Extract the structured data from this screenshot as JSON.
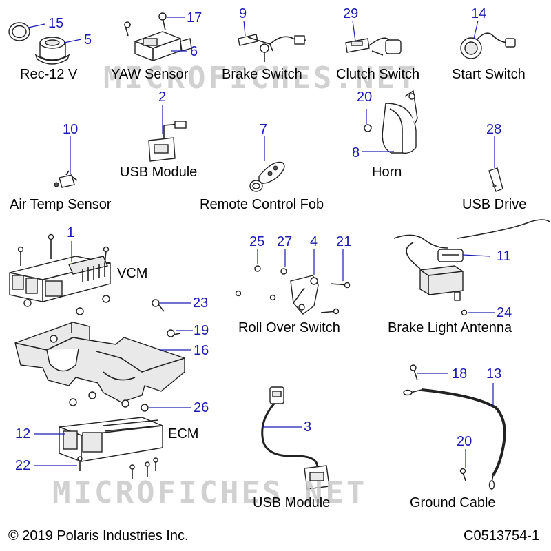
{
  "watermark": "MICROFICHES.NET",
  "footer": {
    "copyright": "© 2019 Polaris Industries Inc.",
    "code": "C0513754-1"
  },
  "labels": {
    "rec12v": "Rec-12 V",
    "yaw": "YAW Sensor",
    "brake_switch": "Brake Switch",
    "clutch_switch": "Clutch Switch",
    "start_switch": "Start Switch",
    "usb_module_top": "USB Module",
    "horn": "Horn",
    "air_temp": "Air Temp Sensor",
    "remote_fob": "Remote Control Fob",
    "usb_drive": "USB Drive",
    "vcm": "VCM",
    "roll_over": "Roll Over Switch",
    "brake_light_antenna": "Brake Light Antenna",
    "ecm": "ECM",
    "usb_module_bottom": "USB Module",
    "ground_cable": "Ground Cable"
  },
  "callouts": {
    "n15": "15",
    "n5": "5",
    "n17": "17",
    "n6": "6",
    "n9": "9",
    "n29": "29",
    "n14": "14",
    "n2": "2",
    "n20a": "20",
    "n8": "8",
    "n10": "10",
    "n7": "7",
    "n28": "28",
    "n1": "1",
    "n25": "25",
    "n27": "27",
    "n4": "4",
    "n21": "21",
    "n11": "11",
    "n23": "23",
    "n19": "19",
    "n16": "16",
    "n24": "24",
    "n26": "26",
    "n18": "18",
    "n13": "13",
    "n3": "3",
    "n12": "12",
    "n20b": "20",
    "n22": "22"
  }
}
